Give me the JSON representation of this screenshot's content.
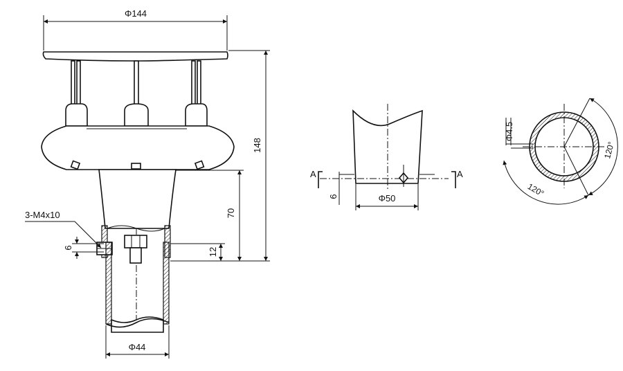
{
  "dimensions": {
    "top_diameter": "Φ144",
    "overall_height": "148",
    "stem_height": "70",
    "mount_height": "12",
    "screw_spec": "3-M4x10",
    "screw_offset": "6",
    "pipe_diameter": "Φ44",
    "section_diameter": "Φ50",
    "section_offset": "6",
    "hole_diameter": "Φ4.5",
    "angle_a": "120°",
    "angle_b": "120°"
  },
  "section_labels": {
    "left": "A",
    "right": "A"
  }
}
